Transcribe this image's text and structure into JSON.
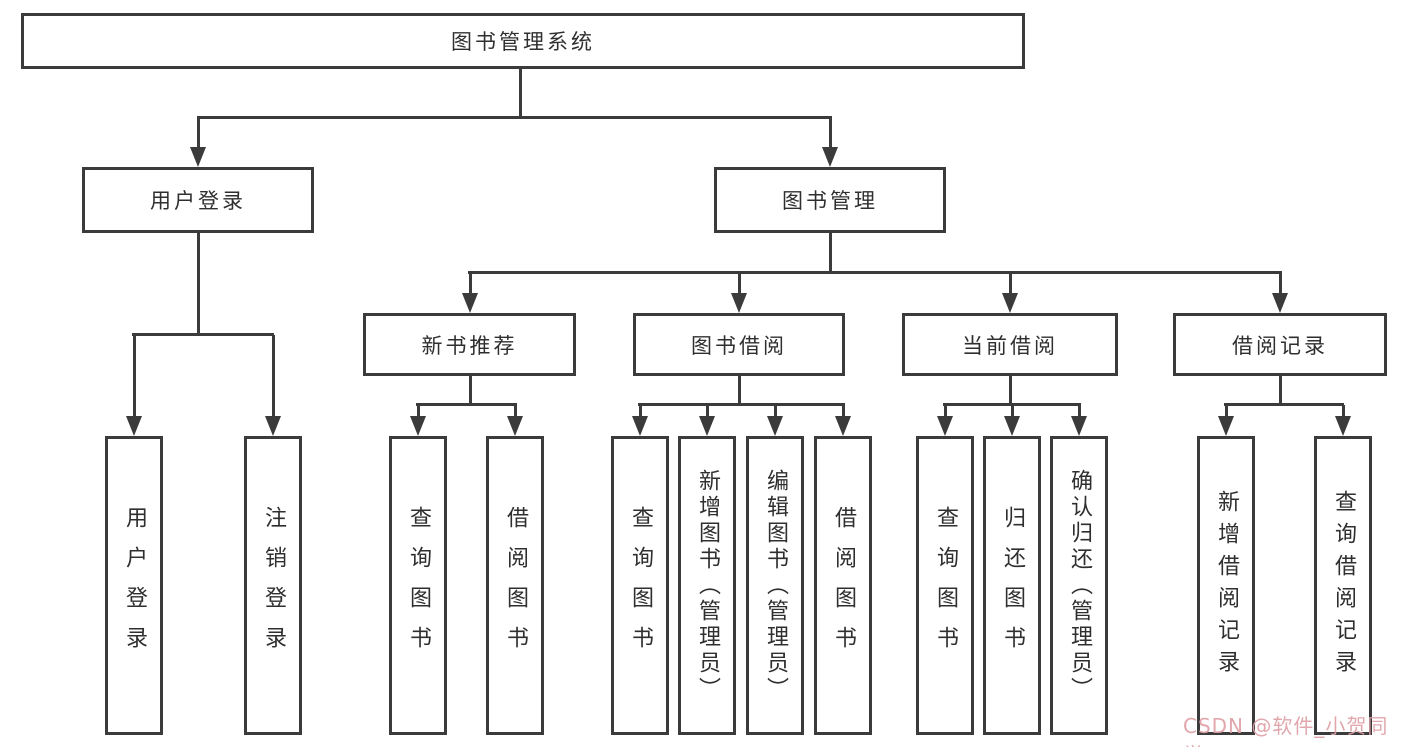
{
  "root": {
    "label": "图书管理系统"
  },
  "tree": {
    "user_login": {
      "label": "用户登录",
      "leaves": [
        "用户登录",
        "注销登录"
      ]
    },
    "book_mgmt": {
      "label": "图书管理"
    },
    "groups": [
      {
        "label": "新书推荐",
        "leaves": [
          "查询图书",
          "借阅图书"
        ]
      },
      {
        "label": "图书借阅",
        "leaves": [
          "查询图书",
          "新增图书（管理员）",
          "编辑图书（管理员）",
          "借阅图书"
        ]
      },
      {
        "label": "当前借阅",
        "leaves": [
          "查询图书",
          "归还图书",
          "确认归还（管理员）"
        ]
      },
      {
        "label": "借阅记录",
        "leaves": [
          "新增借阅记录",
          "查询借阅记录"
        ]
      }
    ]
  },
  "watermark": {
    "text": "CSDN @软件_小贺同学",
    "color": "#dea0a5"
  },
  "colors": {
    "line": "#3b3b3b",
    "box_background": "#ffffff",
    "text": "#2f2f2f"
  }
}
